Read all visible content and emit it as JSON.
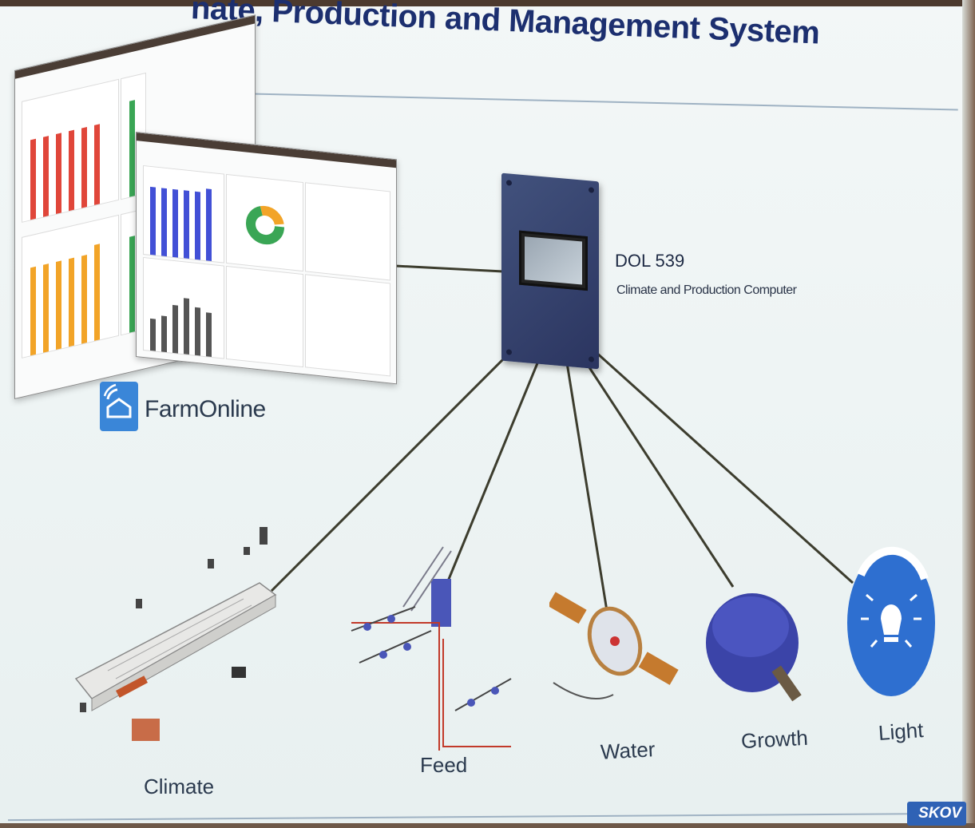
{
  "slide": {
    "title": "nate, Production and Management System",
    "farmonline": {
      "label": "FarmOnline",
      "logo_icon": "house-wifi-icon"
    },
    "controller": {
      "name": "DOL 539",
      "description": "Climate and Production Computer"
    },
    "components": [
      {
        "label": "Climate",
        "icon": "ventilation-system-icon"
      },
      {
        "label": "Feed",
        "icon": "feed-system-icon"
      },
      {
        "label": "Water",
        "icon": "water-meter-icon"
      },
      {
        "label": "Growth",
        "icon": "weighing-scale-icon"
      },
      {
        "label": "Light",
        "icon": "light-bulb-icon"
      }
    ],
    "brand": "SKOV",
    "colors": {
      "title": "#1c2f6f",
      "accent_blue": "#3a86d8",
      "device_blue": "#2b3560",
      "link_line": "#3d3d2e",
      "bar_red": "#e0463a",
      "bar_green": "#3aa655",
      "bar_orange": "#f2a428",
      "bar_blue": "#4250d6"
    }
  }
}
